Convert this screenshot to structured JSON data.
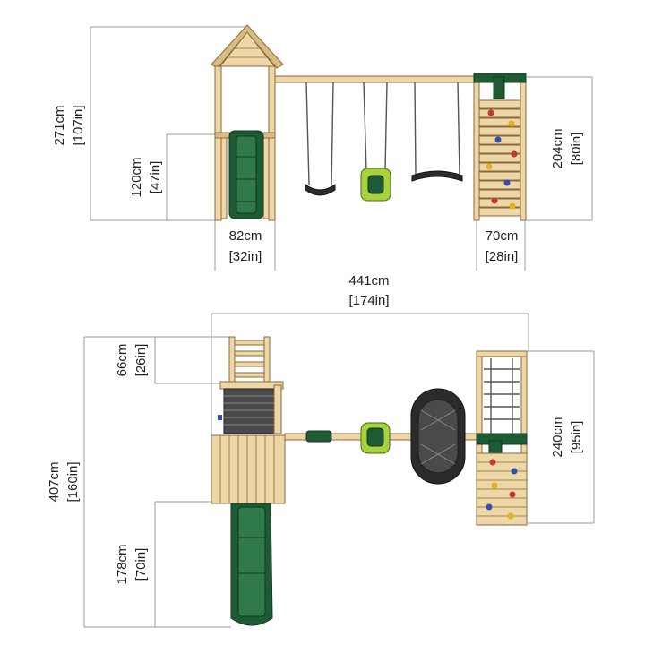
{
  "side_view": {
    "dimensions": [
      {
        "id": "total-height",
        "metric": "271cm",
        "imperial": "[107in]"
      },
      {
        "id": "deck-height",
        "metric": "120cm",
        "imperial": "[47in]"
      },
      {
        "id": "tower-width",
        "metric": "82cm",
        "imperial": "[32in]"
      },
      {
        "id": "wall-width",
        "metric": "70cm",
        "imperial": "[28in]"
      },
      {
        "id": "wall-height",
        "metric": "204cm",
        "imperial": "[80in]"
      }
    ]
  },
  "top_view": {
    "dimensions": [
      {
        "id": "total-length",
        "metric": "441cm",
        "imperial": "[174in]"
      },
      {
        "id": "ladder-depth",
        "metric": "66cm",
        "imperial": "[26in]"
      },
      {
        "id": "total-depth",
        "metric": "407cm",
        "imperial": "[160in]"
      },
      {
        "id": "slide-length",
        "metric": "178cm",
        "imperial": "[70in]"
      },
      {
        "id": "wall-depth",
        "metric": "240cm",
        "imperial": "[95in]"
      }
    ]
  },
  "colors": {
    "wood": "#eed7a6",
    "slide_green": "#1e5a34",
    "toddler_seat": "#a8d23c",
    "hold_red": "#c0392b",
    "hold_blue": "#2e4fb0",
    "hold_yellow": "#e3b21b"
  }
}
